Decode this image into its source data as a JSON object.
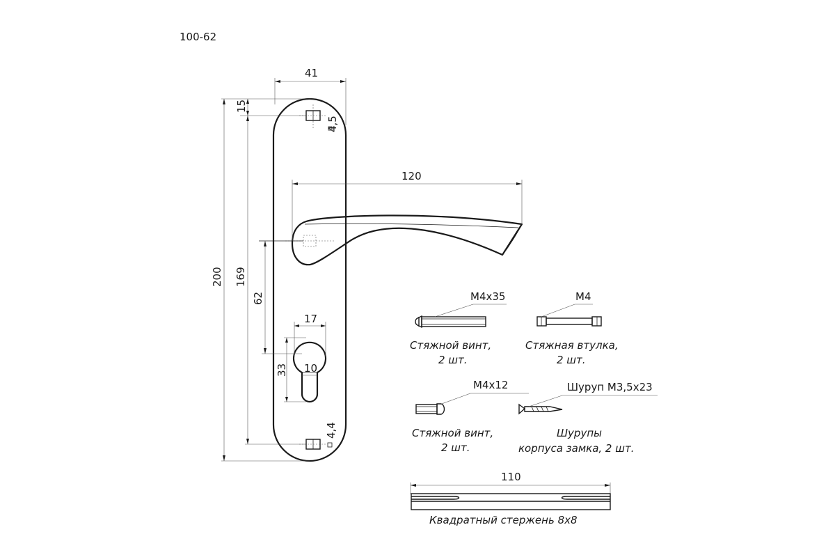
{
  "model_code": "100-62",
  "dimensions": {
    "plate_width": "41",
    "top_hole_offset": "15",
    "top_hole_diameter": "4,5",
    "handle_length": "120",
    "total_height": "200",
    "hole_spacing": "169",
    "axis_distance": "62",
    "cylinder_width": "17",
    "cylinder_height": "33",
    "cylinder_slot": "10",
    "bottom_hole_diameter": "4,4",
    "spindle_length": "110"
  },
  "parts": {
    "screw_long": {
      "size": "M4x35",
      "name_line1": "Стяжной винт,",
      "name_line2": "2 шт."
    },
    "bushing": {
      "size": "M4",
      "name_line1": "Стяжная втулка,",
      "name_line2": "2 шт."
    },
    "screw_short": {
      "size": "M4x12",
      "name_line1": "Стяжной винт,",
      "name_line2": "2 шт."
    },
    "wood_screw": {
      "size": "Шуруп М3,5x23",
      "name_line1": "Шурупы",
      "name_line2": "корпуса замка, 2 шт."
    },
    "spindle": {
      "name": "Квадратный стержень 8x8"
    }
  }
}
